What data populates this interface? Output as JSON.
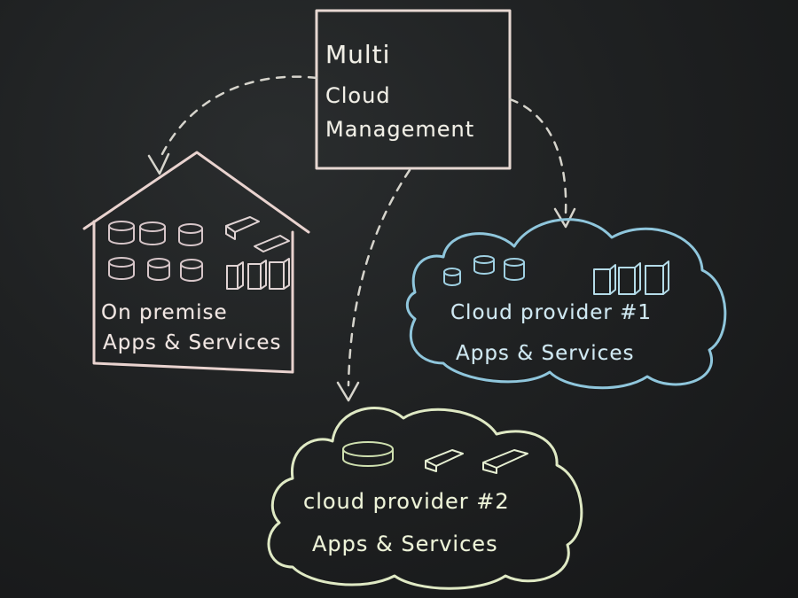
{
  "management": {
    "line1": "Multi",
    "line2": "Cloud",
    "line3": "Management"
  },
  "on_premise": {
    "line1": "On premise",
    "line2": "Apps & Services"
  },
  "cloud_provider_1": {
    "line1": "Cloud provider #1",
    "line2": "Apps & Services"
  },
  "cloud_provider_2": {
    "line1": "cloud provider #2",
    "line2": "Apps & Services"
  },
  "colors": {
    "board": "#1f2122",
    "management_chalk": "#f1efe6",
    "on_premise_chalk": "#e9d3cf",
    "cloud1_chalk": "#8fc6dc",
    "cloud2_chalk": "#dfe9c4"
  }
}
